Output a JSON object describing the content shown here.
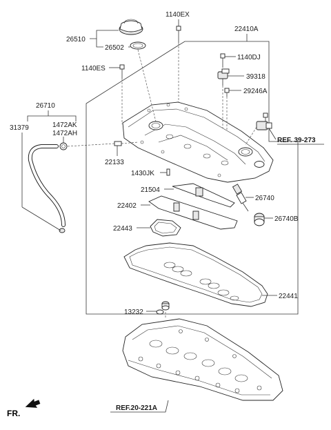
{
  "labels": {
    "p1140ex": "1140EX",
    "p22410a": "22410A",
    "p26510": "26510",
    "p26502": "26502",
    "p1140dj": "1140DJ",
    "p1140es": "1140ES",
    "p39318": "39318",
    "p29246a": "29246A",
    "p26710": "26710",
    "p31379": "31379",
    "p1472ak": "1472AK",
    "p1472ah": "1472AH",
    "p22133": "22133",
    "p1430jk": "1430JK",
    "p21504": "21504",
    "p26740": "26740",
    "p22402": "22402",
    "p26740b": "26740B",
    "p22443": "22443",
    "p22441": "22441",
    "p13232": "13232"
  },
  "refs": {
    "ref_39_273": "REF. 39-273",
    "ref_20_221a": "REF.20-221A"
  },
  "direction": {
    "front": "FR."
  },
  "icons": {
    "front_arrow": "arrow-icon"
  }
}
